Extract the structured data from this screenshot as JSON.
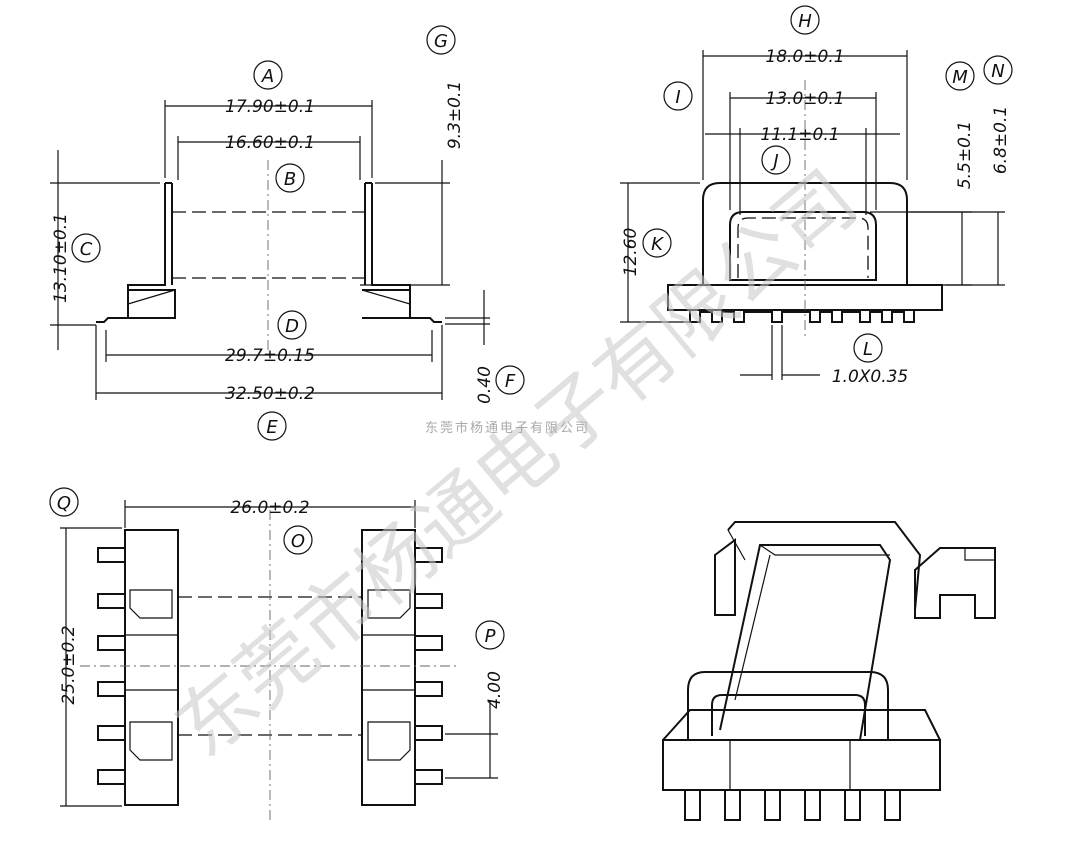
{
  "dimensions": {
    "a": "17.90±0.1",
    "b": "16.60±0.1",
    "g": "9.3±0.1",
    "c": "13.10±0.1",
    "d": "29.7±0.15",
    "e": "32.50±0.2",
    "f": "0.40",
    "h": "18.0±0.1",
    "i13": "13.0±0.1",
    "j11": "11.1±0.1",
    "m": "5.5±0.1",
    "n": "6.8±0.1",
    "k": "12.60",
    "l": "1.0X0.35",
    "o": "26.0±0.2",
    "q": "25.0±0.2",
    "p": "4.00"
  },
  "callouts": {
    "A": "A",
    "B": "B",
    "C": "C",
    "D": "D",
    "E": "E",
    "F": "F",
    "G": "G",
    "H": "H",
    "I": "I",
    "J": "J",
    "K": "K",
    "L": "L",
    "M": "M",
    "N": "N",
    "O": "O",
    "P": "P",
    "Q": "Q"
  },
  "watermark": {
    "large": "东莞市杨通电子有限公司",
    "small": "东莞市杨通电子有限公司"
  }
}
